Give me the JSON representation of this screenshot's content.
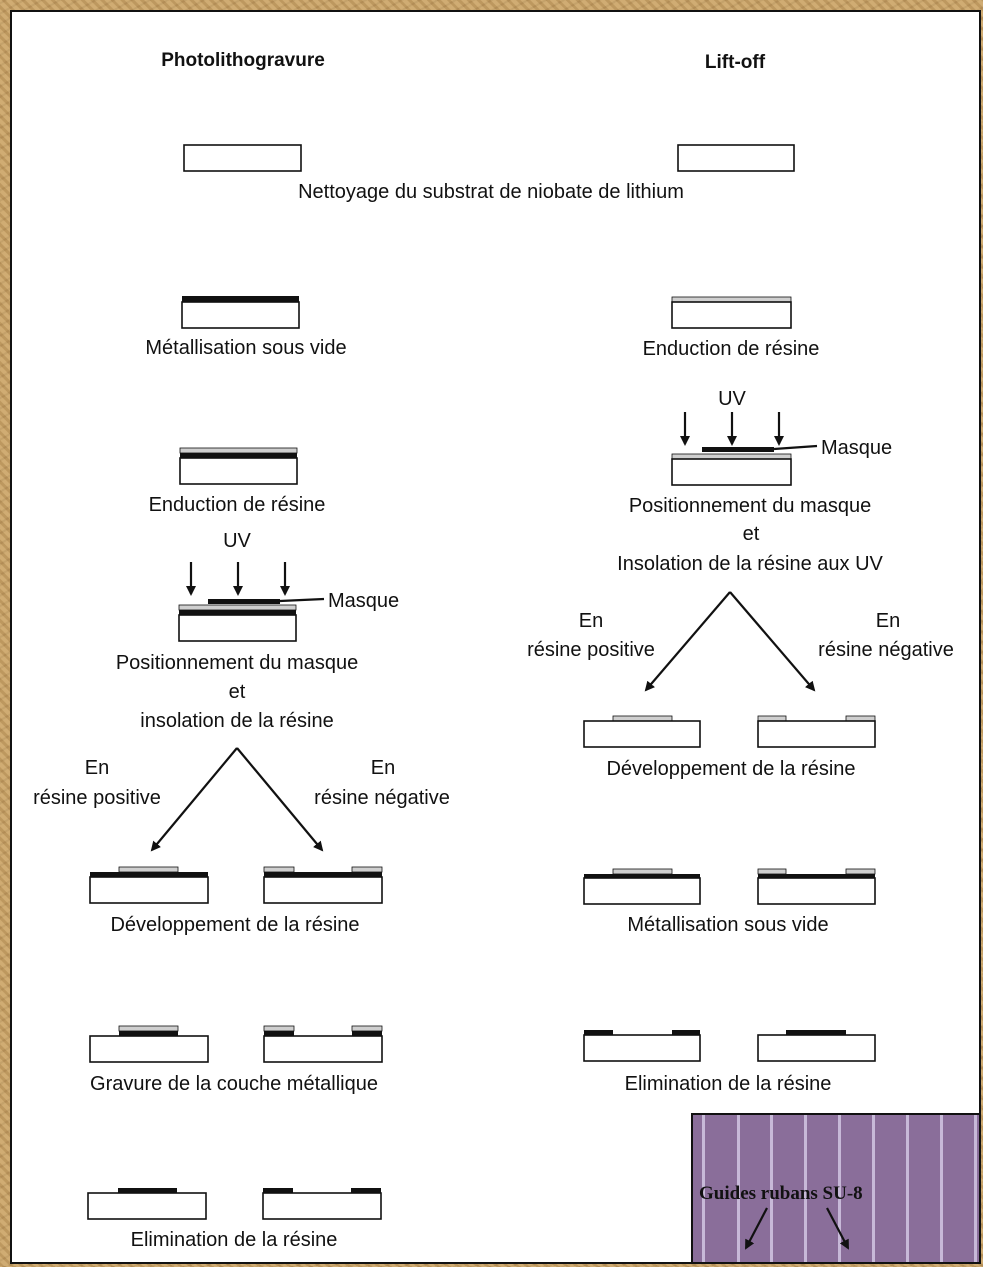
{
  "columns": {
    "left_title": "Photolithogravure",
    "right_title": "Lift-off"
  },
  "shared": {
    "cleaning": "Nettoyage du substrat de niobate de lithium"
  },
  "left": {
    "step_metallisation": "Métallisation sous vide",
    "step_enduction": "Enduction de résine",
    "uv": "UV",
    "masque": "Masque",
    "step_position_1": "Positionnement du masque",
    "step_position_2": "et",
    "step_position_3": "insolation de la résine",
    "branch_pos_1": "En",
    "branch_pos_2": "résine positive",
    "branch_neg_1": "En",
    "branch_neg_2": "résine négative",
    "step_developpement": "Développement de la résine",
    "step_gravure": "Gravure de la couche  métallique",
    "step_elimination": "Elimination de la résine"
  },
  "right": {
    "step_enduction": "Enduction de résine",
    "uv": "UV",
    "masque": "Masque",
    "step_position_1": "Positionnement du masque",
    "step_position_2": "et",
    "step_position_3": "Insolation de la résine aux UV",
    "branch_pos_1": "En",
    "branch_pos_2": "résine positive",
    "branch_neg_1": "En",
    "branch_neg_2": "résine négative",
    "step_developpement": "Développement de la résine",
    "step_metallisation": "Métallisation sous vide",
    "step_elimination": "Elimination de la résine"
  },
  "photo": {
    "caption": "Guides rubans SU-8",
    "colors": {
      "background": "#8a6e9a",
      "stripe": "#c7b9d8"
    }
  }
}
